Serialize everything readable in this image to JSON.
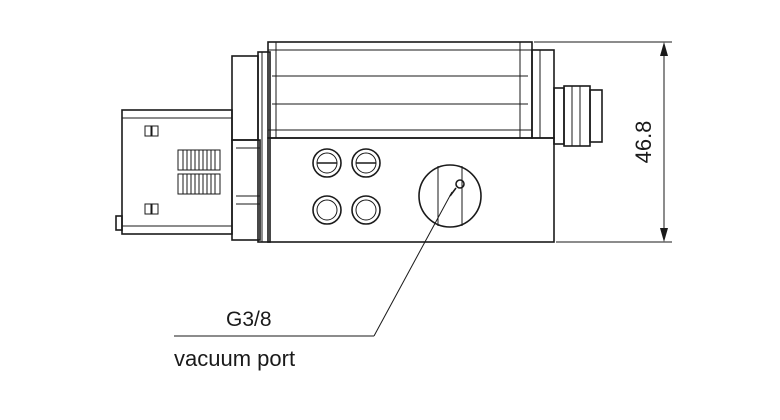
{
  "diagram": {
    "dimension_height": "46.8",
    "port_size": "G3/8",
    "port_label": "vacuum port"
  },
  "colors": {
    "line": "#1a1a1a",
    "background": "#ffffff"
  }
}
